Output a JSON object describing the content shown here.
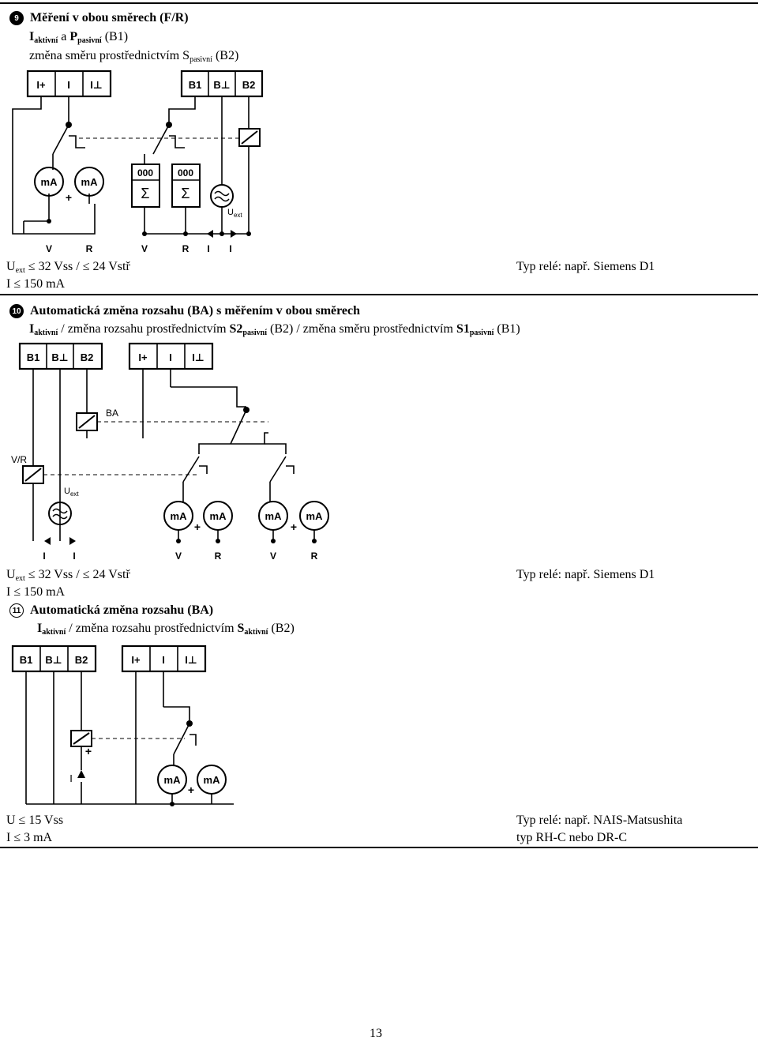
{
  "s9": {
    "num": "9",
    "title": "Měření v obou směrech (F/R)",
    "l2": {
      "a": "I",
      "a_sub": "aktivní",
      "mid": " a ",
      "b": "P",
      "b_sub": "pasivní",
      "end": " (B1)"
    },
    "l3": {
      "pre": "změna směru prostřednictvím S",
      "sub": "pasivní",
      "end": " (B2)"
    },
    "terms_left": [
      "I+",
      "I",
      "I⊥"
    ],
    "terms_right": [
      "B1",
      "B⊥",
      "B2"
    ],
    "meter": "mA",
    "plus": "+",
    "counter": "000",
    "sigma": "Σ",
    "uext_main": "U",
    "uext_sub": "ext",
    "bottom": [
      "V",
      "R",
      "V",
      "R",
      "I",
      "I"
    ],
    "spec1": {
      "pre": "U",
      "sub": "ext",
      "rest": " ≤ 32 Vss / ≤ 24 Vstř"
    },
    "spec2": "I ≤ 150 mA",
    "relay": "Typ relé: např. Siemens D1"
  },
  "s10": {
    "num": "10",
    "title": "Automatická změna rozsahu (BA) s měřením v obou směrech",
    "l2": {
      "a": "I",
      "a_sub": "aktivní",
      "t1": " / změna rozsahu prostřednictvím ",
      "b": "S2",
      "b_sub": "pasivní",
      "t2": " (B2) / změna směru prostřednictvím ",
      "c": "S1",
      "c_sub": "pasivní",
      "t3": " (B1)"
    },
    "terms_left": [
      "B1",
      "B⊥",
      "B2"
    ],
    "terms_right": [
      "I+",
      "I",
      "I⊥"
    ],
    "ba": "BA",
    "vr": "V/R",
    "uext_main": "U",
    "uext_sub": "ext",
    "meter": "mA",
    "plus": "+",
    "bottom": [
      "I",
      "I",
      "V",
      "R",
      "V",
      "R"
    ],
    "spec1": {
      "pre": "U",
      "sub": "ext",
      "rest": " ≤ 32 Vss / ≤ 24 Vstř"
    },
    "spec2": "I ≤ 150 mA",
    "relay": "Typ relé: např. Siemens D1"
  },
  "s11": {
    "num": "11",
    "title": "Automatická změna rozsahu (BA)",
    "l2": {
      "a": "I",
      "a_sub": "aktivní",
      "t1": " / změna rozsahu prostřednictvím ",
      "b": "S",
      "b_sub": "aktivní",
      "t2": " (B2)"
    },
    "terms_left": [
      "B1",
      "B⊥",
      "B2"
    ],
    "terms_right": [
      "I+",
      "I",
      "I⊥"
    ],
    "meter": "mA",
    "plus": "+",
    "i_label": "I",
    "spec1": "U ≤ 15 Vss",
    "spec2": "I ≤ 3 mA",
    "relay1": "Typ relé: např. NAIS-Matsushita",
    "relay2": "typ RH-C nebo DR-C"
  },
  "page_number": "13"
}
